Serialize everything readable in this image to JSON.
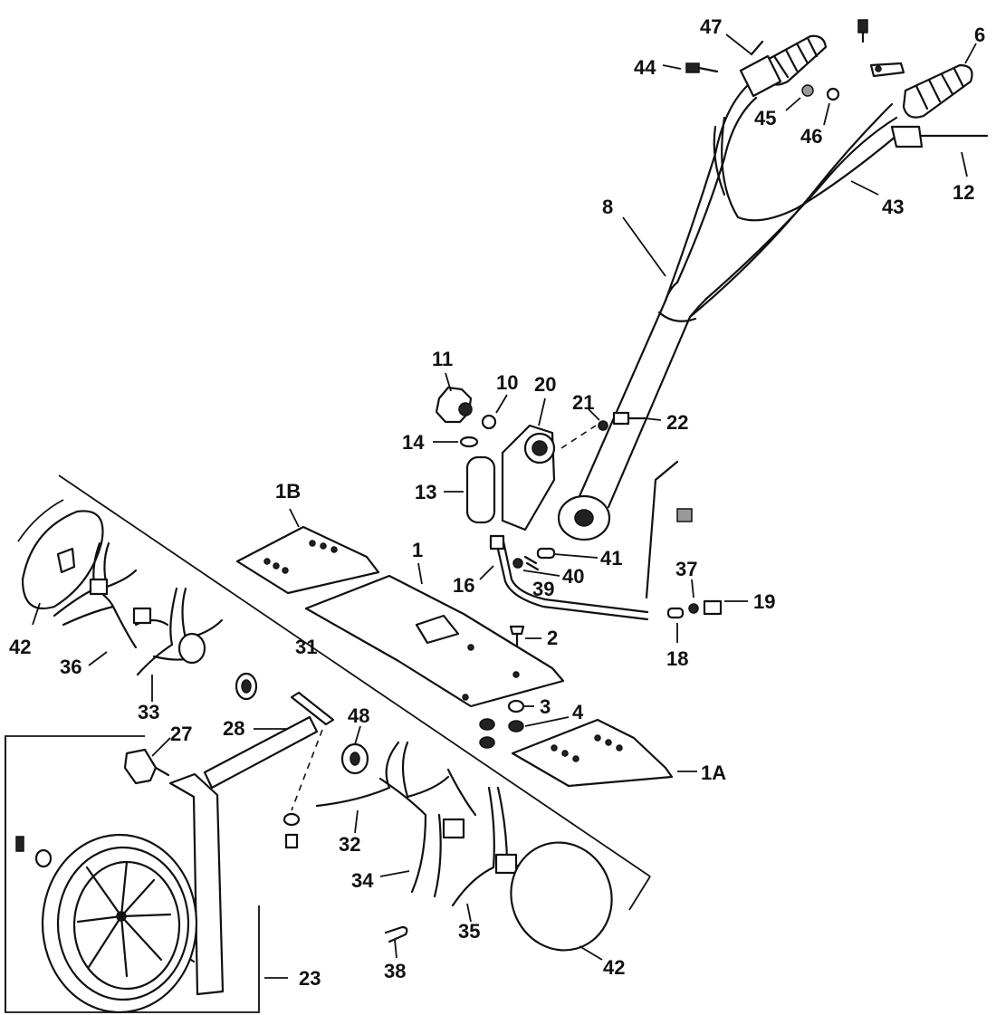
{
  "diagram": {
    "callouts": [
      "47",
      "44",
      "45",
      "46",
      "6",
      "12",
      "43",
      "8",
      "11",
      "10",
      "20",
      "21",
      "22",
      "14",
      "13",
      "1B",
      "1",
      "41",
      "40",
      "39",
      "16",
      "37",
      "19",
      "18",
      "2",
      "42",
      "36",
      "31",
      "33",
      "27",
      "28",
      "48",
      "3",
      "4",
      "1A",
      "32",
      "34",
      "35",
      "38",
      "42",
      "23"
    ]
  }
}
